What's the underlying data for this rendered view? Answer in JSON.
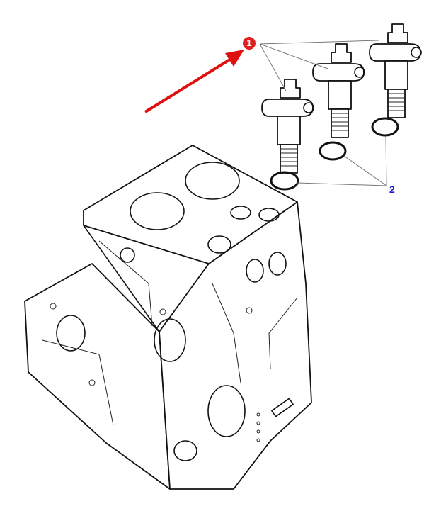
{
  "diagram": {
    "callouts": [
      {
        "id": "1",
        "part": "injector",
        "color": "#e02020"
      },
      {
        "id": "2",
        "part": "sealing-ring",
        "color": "#1a1acc"
      }
    ],
    "arrow_color": "#e01010"
  }
}
